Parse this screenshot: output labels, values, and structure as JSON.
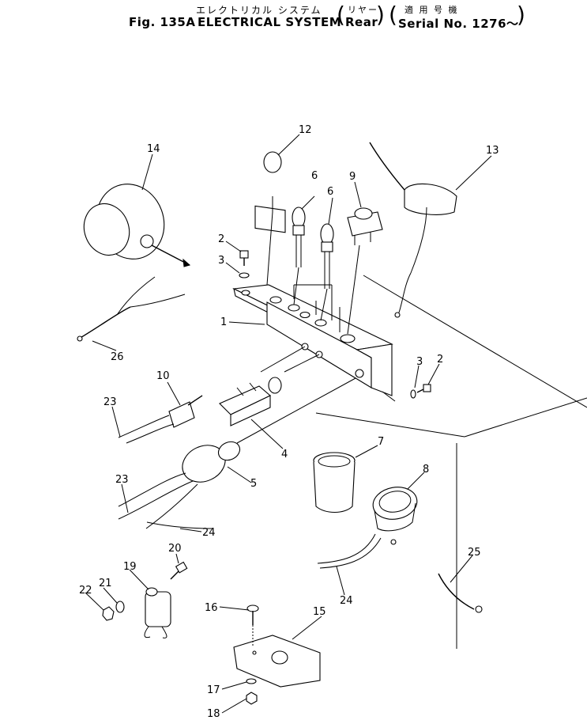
{
  "title": {
    "jp_main": "エレクトリカル システム",
    "jp_rear": "リヤー",
    "jp_serial": "適 用 号 機",
    "fig": "Fig. 135A",
    "name": "ELECTRICAL SYSTEM",
    "rear": "Rear",
    "serial": "Serial No. 1276～"
  },
  "callouts": {
    "c1": "1",
    "c2a": "2",
    "c2b": "2",
    "c3a": "3",
    "c3b": "3",
    "c4": "4",
    "c5": "5",
    "c6a": "6",
    "c6b": "6",
    "c7": "7",
    "c8": "8",
    "c9": "9",
    "c10": "10",
    "c12": "12",
    "c13": "13",
    "c14": "14",
    "c15": "15",
    "c16": "16",
    "c17": "17",
    "c18": "18",
    "c19": "19",
    "c20": "20",
    "c21": "21",
    "c22": "22",
    "c23a": "23",
    "c23b": "23",
    "c24a": "24",
    "c24b": "24",
    "c25": "25",
    "c26": "26"
  }
}
